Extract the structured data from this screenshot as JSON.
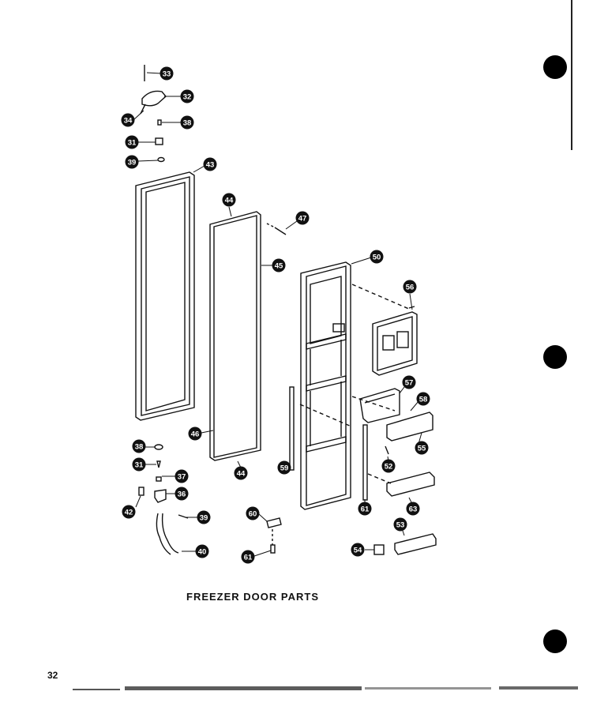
{
  "page": {
    "title": "FREEZER DOOR PARTS",
    "page_number": "32"
  },
  "callouts": [
    {
      "id": "c33a",
      "label": "33"
    },
    {
      "id": "c32a",
      "label": "32"
    },
    {
      "id": "c34",
      "label": "34"
    },
    {
      "id": "c38a",
      "label": "38"
    },
    {
      "id": "c31a",
      "label": "31"
    },
    {
      "id": "c39a",
      "label": "39"
    },
    {
      "id": "c43",
      "label": "43"
    },
    {
      "id": "c44a",
      "label": "44"
    },
    {
      "id": "c47",
      "label": "47"
    },
    {
      "id": "c45",
      "label": "45"
    },
    {
      "id": "c50",
      "label": "50"
    },
    {
      "id": "c56",
      "label": "56"
    },
    {
      "id": "c57",
      "label": "57"
    },
    {
      "id": "c58",
      "label": "58"
    },
    {
      "id": "c55",
      "label": "55"
    },
    {
      "id": "c59",
      "label": "59"
    },
    {
      "id": "c52",
      "label": "52"
    },
    {
      "id": "c46",
      "label": "46"
    },
    {
      "id": "c44b",
      "label": "44"
    },
    {
      "id": "c38b",
      "label": "38"
    },
    {
      "id": "c31b",
      "label": "31"
    },
    {
      "id": "c37",
      "label": "37"
    },
    {
      "id": "c36",
      "label": "36"
    },
    {
      "id": "c42",
      "label": "42"
    },
    {
      "id": "c39b",
      "label": "39"
    },
    {
      "id": "c40",
      "label": "40"
    },
    {
      "id": "c60",
      "label": "60"
    },
    {
      "id": "c61a",
      "label": "61"
    },
    {
      "id": "c61b",
      "label": "61"
    },
    {
      "id": "c63",
      "label": "63"
    },
    {
      "id": "c53",
      "label": "53"
    },
    {
      "id": "c54",
      "label": "54"
    }
  ]
}
